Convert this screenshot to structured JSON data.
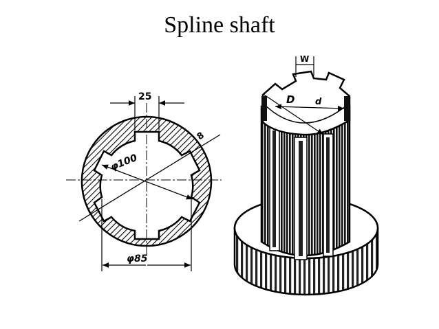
{
  "title": "Spline shaft",
  "section_view": {
    "dim_spline_width": "25",
    "dim_major_diameter": "φ100",
    "dim_minor_diameter": "φ85",
    "dim_spline_depth": "8"
  },
  "isometric_view": {
    "label_width": "W",
    "label_major_diameter": "D",
    "label_minor_diameter": "d"
  }
}
